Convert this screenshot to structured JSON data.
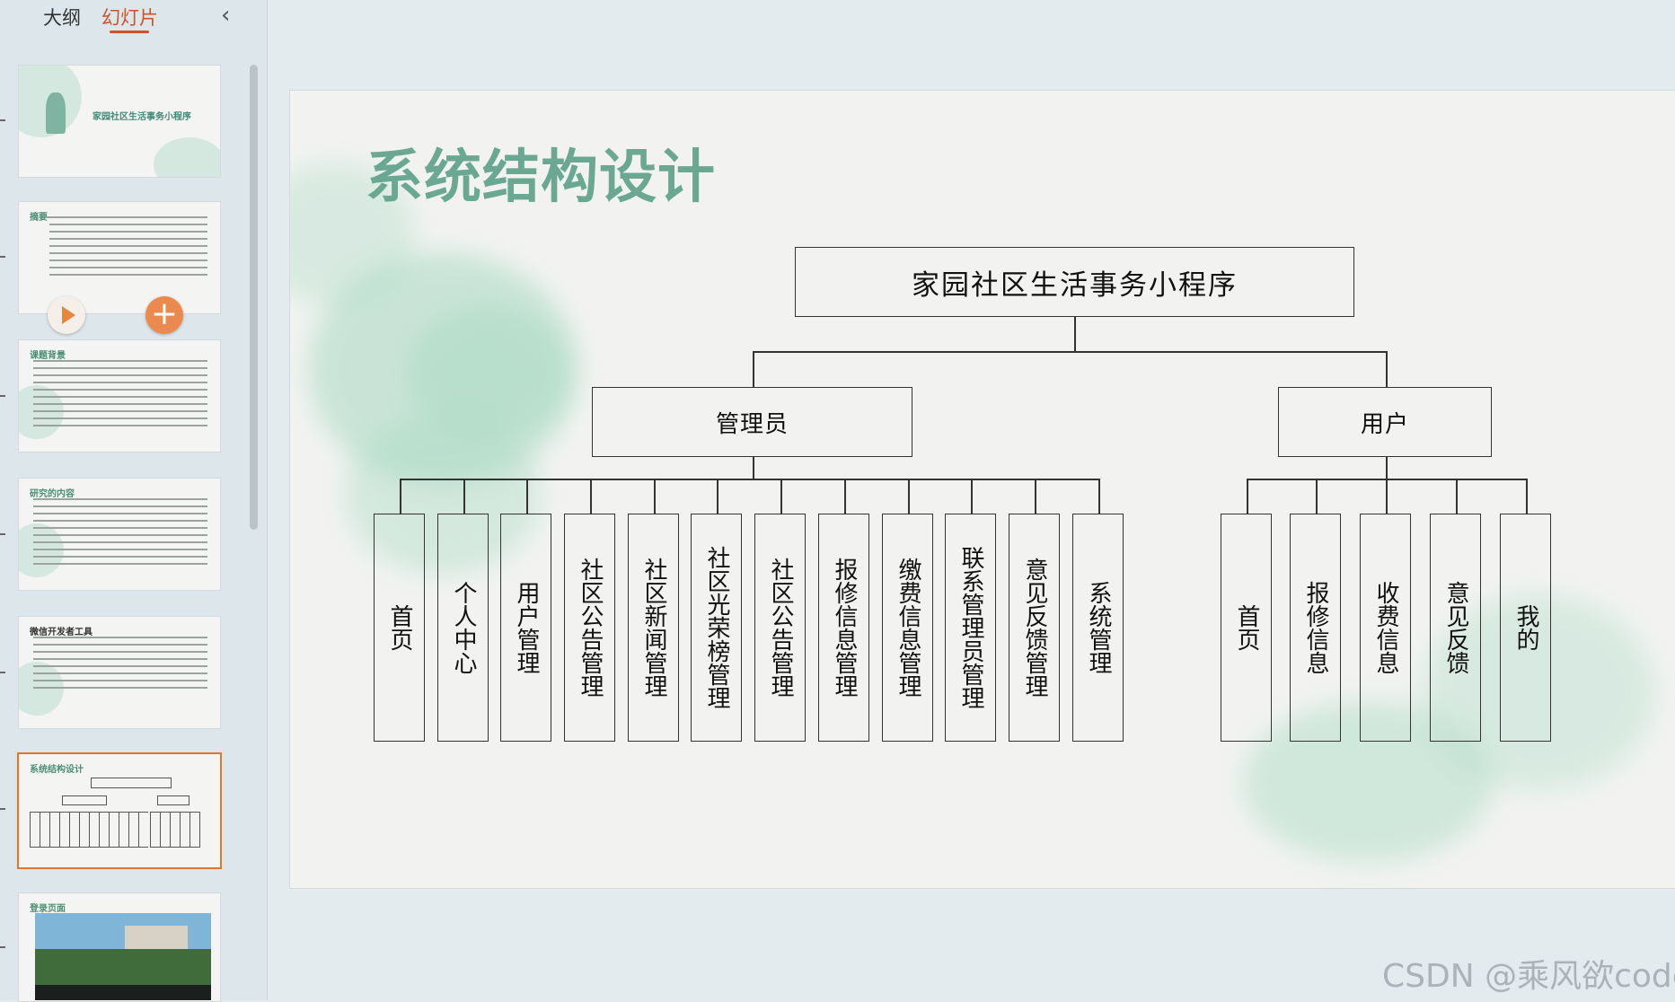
{
  "sidebar": {
    "tabs": [
      {
        "label": "大纲",
        "active": false
      },
      {
        "label": "幻灯片",
        "active": true
      }
    ],
    "collapse_icon": "chevron-left-icon",
    "thumbnails": [
      {
        "title": "家园社区生活事务小程序"
      },
      {
        "title": "摘要"
      },
      {
        "title": "课题背景"
      },
      {
        "title": "研究的内容"
      },
      {
        "title": "微信开发者工具"
      },
      {
        "title": "系统结构设计"
      },
      {
        "title": "登录页面"
      }
    ],
    "selected_index": 5
  },
  "slide": {
    "title": "系统结构设计",
    "root": "家园社区生活事务小程序",
    "admin": {
      "label": "管理员",
      "children": [
        "首页",
        "个人中心",
        "用户管理",
        "社区公告管理",
        "社区新闻管理",
        "社区光荣榜管理",
        "社区公告管理",
        "报修信息管理",
        "缴费信息管理",
        "联系管理员管理",
        "意见反馈管理",
        "系统管理"
      ]
    },
    "user": {
      "label": "用户",
      "children": [
        "首页",
        "报修信息",
        "收费信息",
        "意见反馈",
        "我的"
      ]
    }
  },
  "watermark": "CSDN @乘风欲code",
  "colors": {
    "accent": "#c8552a",
    "title_green": "#6aa894",
    "selected_border": "#e0762e"
  }
}
